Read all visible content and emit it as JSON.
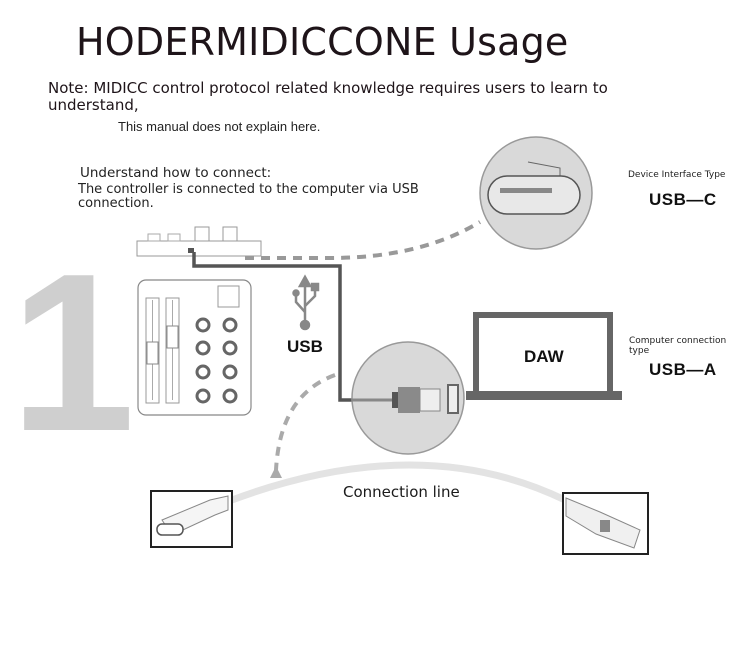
{
  "header": {
    "title": "HODERMIDICCONE Usage",
    "note": "Note: MIDICC control protocol related knowledge requires users to learn to understand,",
    "manual_note": "This manual does not explain here."
  },
  "connection": {
    "heading": "Understand how to connect:",
    "description": "The controller is connected to the computer via USB connection."
  },
  "step_number": "1",
  "device_interface": {
    "label": "Device Interface Type",
    "type": "USB—C"
  },
  "computer_connection": {
    "label": "Computer connection type",
    "type": "USB—A"
  },
  "usb_symbol_label": "USB",
  "laptop_screen_label": "DAW",
  "cable_label": "Connection line",
  "icons": {
    "usb_symbol": "usb-trident-icon",
    "controller": "midi-controller-icon",
    "laptop": "laptop-icon",
    "usb_c_plug": "usb-c-plug-icon",
    "usb_a_plug": "usb-a-plug-icon"
  },
  "colors": {
    "text": "#1e1419",
    "cable_dark": "#555555",
    "dashed": "#999999",
    "circle_fill": "#d9d9d9",
    "step_number": "#cfcfcf"
  }
}
